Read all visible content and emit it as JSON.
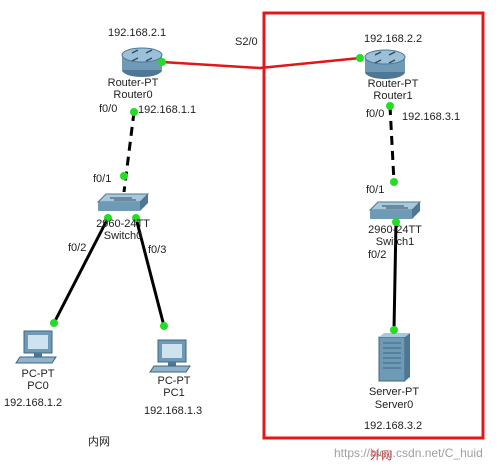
{
  "colors": {
    "wan_link": "#e01818",
    "lan_link": "#000000",
    "port_dot": "#22dd22",
    "zone_border": "#e01818",
    "device_body": "#6f9ab6"
  },
  "devices": {
    "router0": {
      "type": "Router-PT",
      "name": "Router0",
      "icon": "router-icon",
      "ip_top": "192.168.2.1",
      "ip_lan": "192.168.1.1",
      "port_lan": "f0/0",
      "port_wan": "S2/0"
    },
    "router1": {
      "type": "Router-PT",
      "name": "Router1",
      "icon": "router-icon",
      "ip_top": "192.168.2.2",
      "ip_lan": "192.168.3.1",
      "port_lan": "f0/0"
    },
    "switch0": {
      "type": "2960-24TT",
      "name": "Switch0",
      "icon": "switch-icon",
      "port_up": "f0/1",
      "port_pc0": "f0/2",
      "port_pc1": "f0/3"
    },
    "switch1": {
      "type": "2960-24TT",
      "name": "Switch1",
      "icon": "switch-icon",
      "port_up": "f0/1",
      "port_server": "f0/2"
    },
    "pc0": {
      "type": "PC-PT",
      "name": "PC0",
      "icon": "pc-icon",
      "ip": "192.168.1.2"
    },
    "pc1": {
      "type": "PC-PT",
      "name": "PC1",
      "icon": "pc-icon",
      "ip": "192.168.1.3"
    },
    "server0": {
      "type": "Server-PT",
      "name": "Server0",
      "icon": "server-icon",
      "ip": "192.168.3.2"
    }
  },
  "zones": {
    "inner": "内网",
    "outer": "外网"
  },
  "watermark": "https://blog.csdn.net/C_huid"
}
